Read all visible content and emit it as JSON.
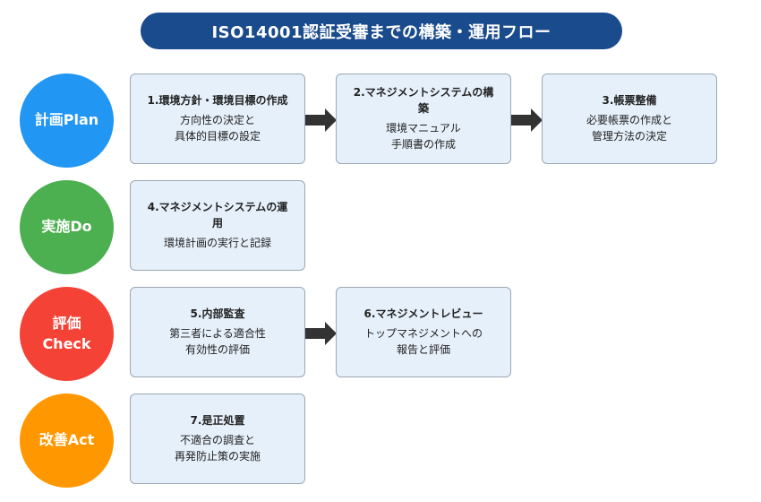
{
  "title": "ISO14001認証受審までの構築・運用フロー",
  "colors": {
    "title_bg": "#1a4b8c",
    "plan": "#2196f3",
    "do": "#4caf50",
    "check": "#f44336",
    "act": "#ff9800",
    "box_bg": "#e6f0fa",
    "arrow": "#333333"
  },
  "phases": {
    "plan": "計画Plan",
    "do": "実施Do",
    "check": "評価\nCheck",
    "act": "改善Act"
  },
  "steps": [
    {
      "title": "1.環境方針・環境目標の作成",
      "body": "方向性の決定と\n具体的目標の設定"
    },
    {
      "title": "2.マネジメントシステムの構築",
      "body": "環境マニュアル\n手順書の作成"
    },
    {
      "title": "3.帳票整備",
      "body": "必要帳票の作成と\n管理方法の決定"
    },
    {
      "title": "4.マネジメントシステムの運用",
      "body": "環境計画の実行と記録"
    },
    {
      "title": "5.内部監査",
      "body": "第三者による適合性\n有効性の評価"
    },
    {
      "title": "6.マネジメントレビュー",
      "body": "トップマネジメントへの\n報告と評価"
    },
    {
      "title": "7.是正処置",
      "body": "不適合の調査と\n再発防止策の実施"
    }
  ]
}
